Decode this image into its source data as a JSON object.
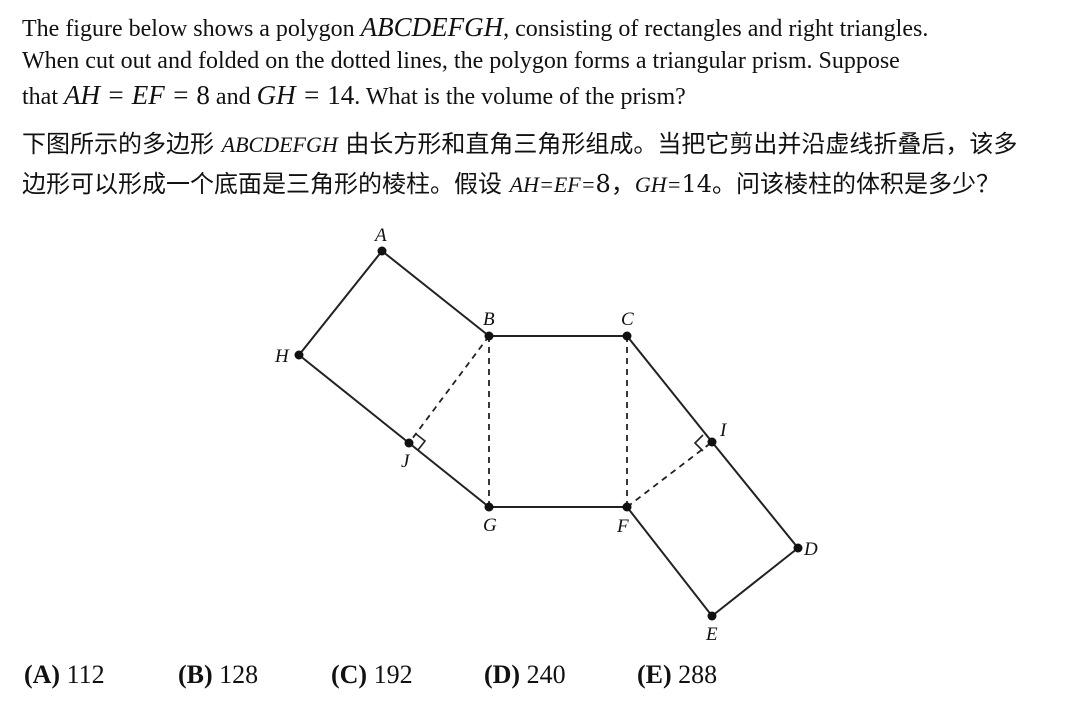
{
  "problem": {
    "en_line1_a": "The figure below shows a polygon ",
    "en_polygon": "ABCDEFGH",
    "en_line1_b": ", consisting of rectangles and right triangles.",
    "en_line2": "When cut out and folded on the dotted lines, the polygon forms a triangular prism. Suppose",
    "en_line3_a": "that ",
    "en_eq1": "AH = EF = ",
    "en_val1": "8",
    "en_and": " and ",
    "en_eq2": "GH = ",
    "en_val2": "14",
    "en_line3_b": ". What is the volume of the prism?",
    "zh_line1_a": "下图所示的多边形 ",
    "zh_polygon": "ABCDEFGH",
    "zh_line1_b": " 由长方形和直角三角形组成。当把它剪出并沿虚线折叠后，该多",
    "zh_line2_a": "边形可以形成一个底面是三角形的棱柱。假设 ",
    "zh_eq1": "AH=EF=",
    "zh_val1": "8，",
    "zh_eq2": "GH=",
    "zh_line2_b": "14。问该棱柱的体积是多少？"
  },
  "figure": {
    "labels": {
      "A": "A",
      "B": "B",
      "C": "C",
      "D": "D",
      "E": "E",
      "F": "F",
      "G": "G",
      "H": "H",
      "I": "I",
      "J": "J"
    }
  },
  "choices": [
    {
      "letter": "(A)",
      "value": "112"
    },
    {
      "letter": "(B)",
      "value": "128"
    },
    {
      "letter": "(C)",
      "value": "192"
    },
    {
      "letter": "(D)",
      "value": "240"
    },
    {
      "letter": "(E)",
      "value": "288"
    }
  ]
}
